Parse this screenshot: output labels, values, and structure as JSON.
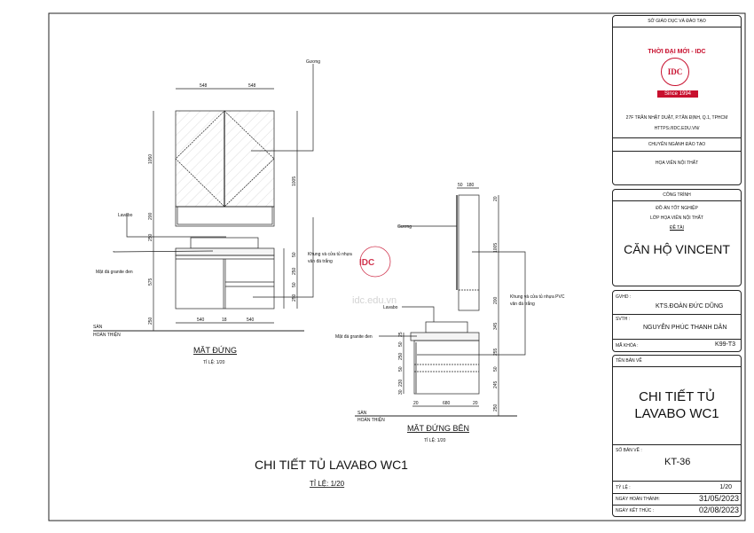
{
  "drawing": {
    "title": "CHI TIẾT TỦ LAVABO WC1",
    "scale": "TỈ LỆ: 1/20",
    "watermark_text": "idc.edu.vn",
    "watermark_logo": "IDC",
    "front": {
      "title": "MẶT ĐỨNG",
      "scale": "TỈ LỆ: 1/20",
      "labels": {
        "mirror": "Gương",
        "lavabo": "Lavabo",
        "granite": "Mặt đá granite đen",
        "frame1": "Khung và cửa tủ nhựa",
        "frame2": "vân đá trắng",
        "floor1": "SÀN",
        "floor2": "HOÀN THIỆN"
      },
      "dims": {
        "top_left": "548",
        "top_right": "548",
        "mirror_h": "1050",
        "shelf_h": "200",
        "gap": "250",
        "cabinet_h": "575",
        "floor_gap": "250",
        "total_h": "1005",
        "r1": "50",
        "r2": "250",
        "r3": "50",
        "r4": "250",
        "bottom_left": "540",
        "bottom_mid": "18",
        "bottom_right": "540"
      }
    },
    "side": {
      "title": "MẶT ĐỨNG BÊN",
      "scale": "TỈ LỆ: 1/20",
      "labels": {
        "mirror": "Gương",
        "lavabo": "Lavabo",
        "granite": "Mặt đá granite đen",
        "frame1": "Khung và cửa tủ nhựa PVC",
        "frame2": "vân đá trắng",
        "floor1": "SÀN",
        "floor2": "HOÀN THIỆN"
      },
      "dims": {
        "top_a": "50",
        "top_b": "180",
        "r_top": "20",
        "r_main": "1005",
        "r_shelf": "200",
        "r_gap": "345",
        "r_c1": "255",
        "r_c2": "50",
        "r_c3": "245",
        "r_floor": "250",
        "l_a": "25",
        "l_b": "50",
        "l_c": "250",
        "l_d": "50",
        "l_e": "230",
        "l_f": "30",
        "b_l": "20",
        "b_mid": "680",
        "b_r": "20"
      }
    }
  },
  "title_block": {
    "department": "SỞ GIÁO DỤC VÀ ĐÀO TẠO",
    "brand": "THỜI ĐẠI MỚI - IDC",
    "logo": "IDC",
    "since": "Since 1994",
    "address": "27F TRẦN NHẬT DUẬT, P.TÂN ĐỊNH, Q.1, TPHCM",
    "website": "HTTPS://IDC.EDU.VN/",
    "major_label": "CHUYÊN NGÀNH ĐÀO TẠO",
    "major": "HỌA VIÊN NỘI THẤT",
    "project_label": "CÔNG TRÌNH",
    "project_type": "ĐỒ ÁN TỐT NGHIỆP",
    "class": "LỚP HỌA VIÊN NỘI THẤT",
    "topic_label": "ĐỀ TÀI",
    "project_name": "CĂN HỘ VINCENT",
    "gvhd_label": "GVHD :",
    "gvhd": "KTS.ĐOÀN ĐỨC DŨNG",
    "svth_label": "SVTH :",
    "svth": "NGUYỄN PHÚC THANH DÂN",
    "course_label": "MÃ KHÓA :",
    "course": "K99-T3",
    "sheet_name_label": "TÊN BẢN VẼ",
    "sheet_name_1": "CHI TIẾT TỦ",
    "sheet_name_2": "LAVABO WC1",
    "sheet_no_label": "SỐ BẢN VẼ :",
    "sheet_no": "KT-36",
    "scale_label": "TỶ LỆ :",
    "scale": "1/20",
    "done_label": "NGÀY HOÀN THÀNH:",
    "done": "31/05/2023",
    "end_label": "NGÀY KẾT THÚC :",
    "end": "02/08/2023"
  },
  "colors": {
    "brand_red": "#c8102e",
    "line": "#222222"
  }
}
